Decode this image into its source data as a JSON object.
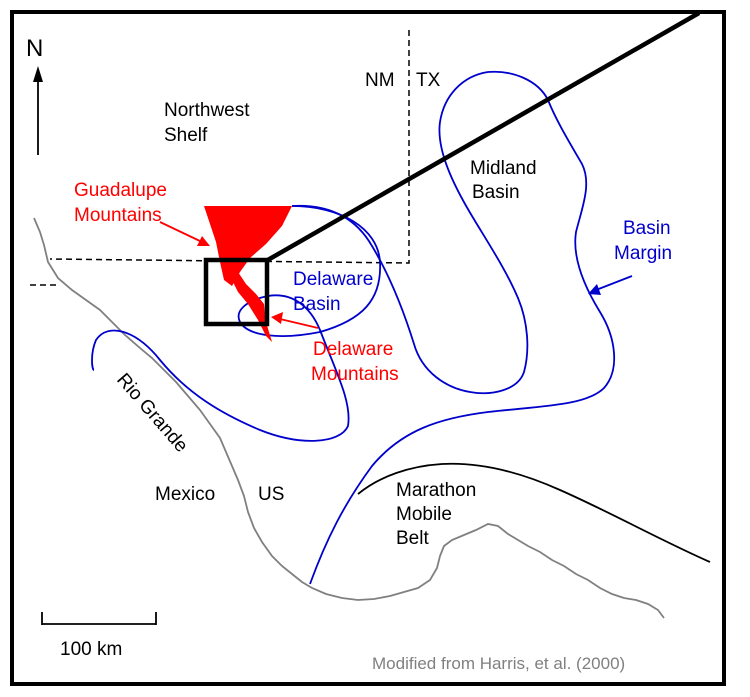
{
  "map": {
    "north_label": "N",
    "state_labels": {
      "nm": "NM",
      "tx": "TX"
    },
    "labels": {
      "northwest_shelf": [
        "Northwest",
        "Shelf"
      ],
      "guadalupe_mountains": [
        "Guadalupe",
        "Mountains"
      ],
      "delaware_basin": [
        "Delaware",
        "Basin"
      ],
      "delaware_mountains": [
        "Delaware",
        "Mountains"
      ],
      "midland_basin": [
        "Midland",
        "Basin"
      ],
      "basin_margin": [
        "Basin",
        "Margin"
      ],
      "marathon_mobile_belt": [
        "Marathon",
        "Mobile",
        "Belt"
      ],
      "rio_grande": "Rio Grande",
      "mexico": "Mexico",
      "us": "US"
    },
    "scale_bar_label": "100 km",
    "credit": "Modified from Harris, et al. (2000)",
    "colors": {
      "mountains": "#ff0000",
      "basin_outline": "#0000cc",
      "river": "#808080",
      "frame": "#000000"
    }
  }
}
